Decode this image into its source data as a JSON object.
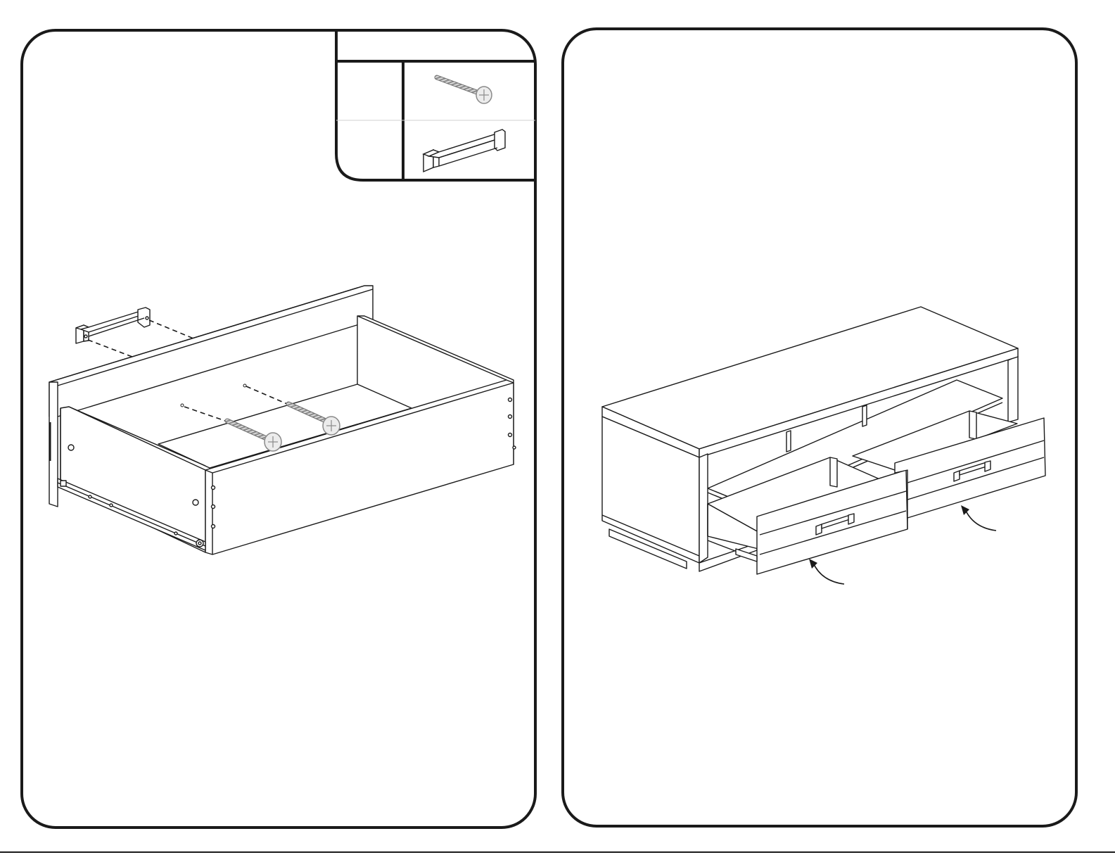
{
  "document": {
    "type": "assembly-instructions",
    "panels": [
      {
        "id": "left",
        "description_visible_text": "",
        "hardware_box": {
          "header_text": "",
          "items": [
            {
              "icon": "screw-icon",
              "label": ""
            },
            {
              "icon": "handle-icon",
              "label": ""
            }
          ]
        }
      },
      {
        "id": "right",
        "description_visible_text": ""
      }
    ],
    "colors": {
      "line": "#1a1a1a",
      "hardware": "#9a9a9a",
      "background": "#ffffff"
    }
  }
}
